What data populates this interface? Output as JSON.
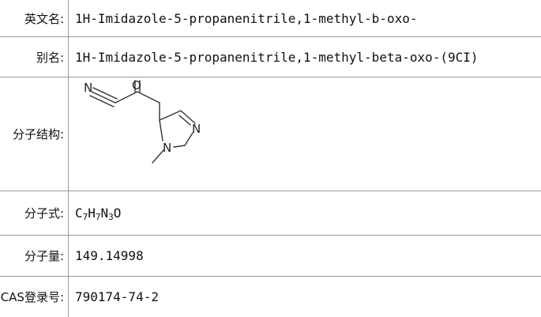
{
  "rows": [
    {
      "label": "英文名:",
      "value": "1H-Imidazole-5-propanenitrile,1-methyl-b-oxo-"
    },
    {
      "label": "别名:",
      "value": "1H-Imidazole-5-propanenitrile,1-methyl-beta-oxo-(9CI)"
    },
    {
      "label": "分子结构:",
      "atoms": {
        "n_nitrile": "N",
        "o_carbonyl": "O",
        "n_ring_top": "N",
        "n_ring_methyl": "N"
      }
    },
    {
      "label": "分子式:",
      "formula": [
        {
          "el": "C",
          "n": "7"
        },
        {
          "el": "H",
          "n": "7"
        },
        {
          "el": "N",
          "n": "3"
        },
        {
          "el": "O",
          "n": ""
        }
      ]
    },
    {
      "label": "分子量:",
      "value": "149.14998"
    },
    {
      "label": "CAS登录号:",
      "value": "790174-74-2"
    }
  ]
}
